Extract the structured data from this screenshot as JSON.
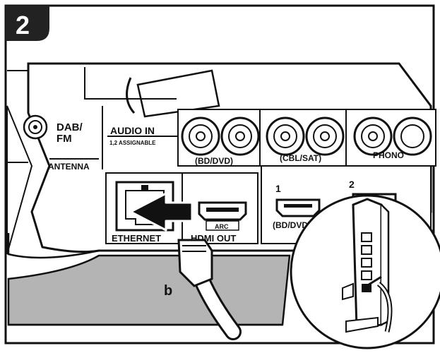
{
  "step": {
    "number": "2"
  },
  "labels": {
    "dab_fm": "DAB/",
    "dab_fm_line2": "FM",
    "antenna": "ANTENNA",
    "audio_in": "AUDIO IN",
    "assignable": "1,2 ASSIGNABLE",
    "bd_dvd": "(BD/DVD)",
    "cbl_sat": "(CBL/SAT)",
    "phono": "PHONO",
    "ethernet": "ETHERNET",
    "hdmi_out": "HDMI OUT",
    "arc": "ARC",
    "hdmi_in_1": "1",
    "hdmi_in_1_sub": "(BD/DVD)",
    "hdmi_in_2": "2",
    "cable_b": "b"
  },
  "colors": {
    "outline": "#111111",
    "floor_gray": "#b4b4b4",
    "badge_bg": "#222222",
    "badge_text": "#ffffff"
  },
  "icons": {
    "arrow": "push-arrow-icon",
    "router": "router-icon"
  }
}
